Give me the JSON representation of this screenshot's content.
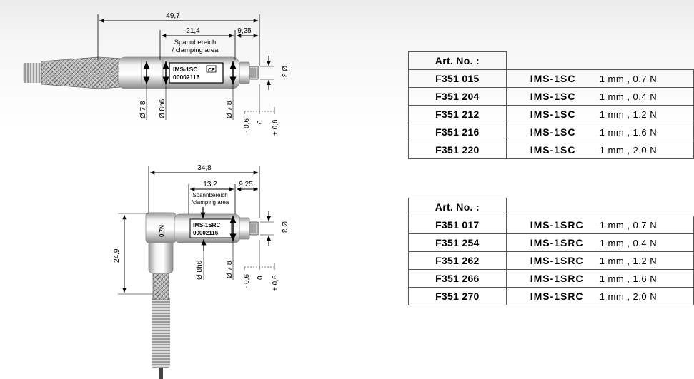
{
  "drawing_top": {
    "total_length": "49,7",
    "clamp_length": "21,4",
    "tip_length": "9,25",
    "clamp_label_line1": "Spannbereich",
    "clamp_label_line2": "/ clamping area",
    "model_label": "IMS-1SC",
    "serial_label": "00002116",
    "ce_mark": "CE",
    "dia_78_left": "Ø 7,8",
    "dia_8h6": "Ø 8h6",
    "dia_78_right": "Ø 7,8",
    "dia_3": "Ø 3",
    "travel_minus": "- 0,6",
    "travel_zero": "0",
    "travel_plus": "+ 0,6"
  },
  "drawing_bottom": {
    "total_length": "34,8",
    "clamp_length": "13,2",
    "tip_length": "9,25",
    "clamp_label_line1": "Spannbereich",
    "clamp_label_line2": "/clamping area",
    "model_label": "IMS-1SRC",
    "serial_label": "00002116",
    "force_label": "0,7N",
    "height": "24,9",
    "dia_8h6": "Ø 8h6",
    "dia_78": "Ø 7,8",
    "dia_3": "Ø 3",
    "travel_minus": "- 0,6",
    "travel_zero": "0",
    "travel_plus": "+ 0,6"
  },
  "table1": {
    "header": "Art. No. :",
    "rows": [
      {
        "art": "F351 015",
        "model": "IMS-1SC",
        "spec": "1 mm ,  0.7 N"
      },
      {
        "art": "F351 204",
        "model": "IMS-1SC",
        "spec": "1 mm ,  0.4 N"
      },
      {
        "art": "F351 212",
        "model": "IMS-1SC",
        "spec": "1 mm ,  1.2 N"
      },
      {
        "art": "F351 216",
        "model": "IMS-1SC",
        "spec": "1 mm ,  1.6 N"
      },
      {
        "art": "F351 220",
        "model": "IMS-1SC",
        "spec": "1 mm ,  2.0 N"
      }
    ]
  },
  "table2": {
    "header": "Art. No. :",
    "rows": [
      {
        "art": "F351 017",
        "model": "IMS-1SRC",
        "spec": "1 mm ,  0.7 N"
      },
      {
        "art": "F351 254",
        "model": "IMS-1SRC",
        "spec": "1 mm ,  0.4 N"
      },
      {
        "art": "F351 262",
        "model": "IMS-1SRC",
        "spec": "1 mm ,  1.2 N"
      },
      {
        "art": "F351 266",
        "model": "IMS-1SRC",
        "spec": "1 mm ,  1.6 N"
      },
      {
        "art": "F351 270",
        "model": "IMS-1SRC",
        "spec": "1 mm ,  2.0 N"
      }
    ]
  }
}
